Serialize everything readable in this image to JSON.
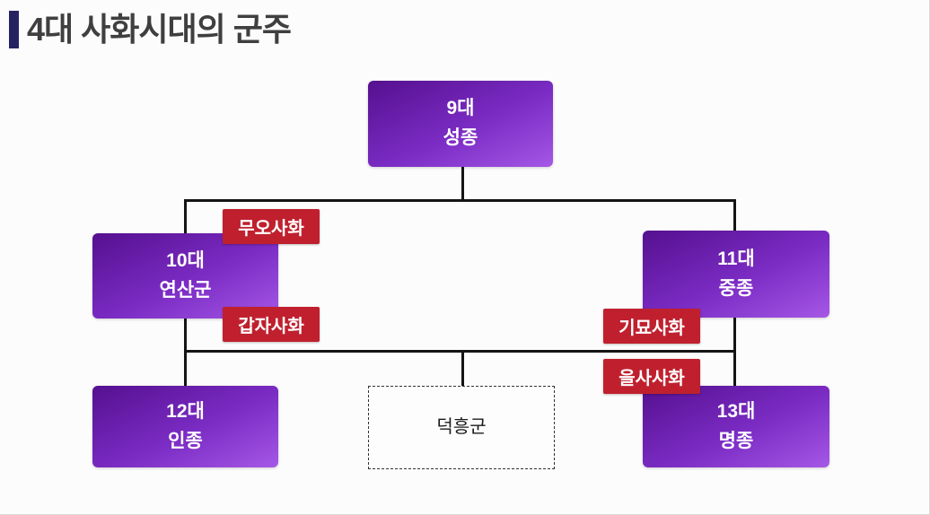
{
  "title": "4대 사화시대의 군주",
  "nodes": {
    "king9": {
      "line1": "9대",
      "line2": "성종"
    },
    "king10": {
      "line1": "10대",
      "line2": "연산군"
    },
    "king11": {
      "line1": "11대",
      "line2": "중종"
    },
    "king12": {
      "line1": "12대",
      "line2": "인종"
    },
    "deokheung": {
      "label": "덕흥군"
    },
    "king13": {
      "line1": "13대",
      "line2": "명종"
    }
  },
  "badges": {
    "muosahwa": "무오사화",
    "gapjasahwa": "갑자사화",
    "gimyosahwa": "기묘사화",
    "eulsasahwa": "을사사화"
  },
  "colors": {
    "node_purple_dark": "#55108f",
    "node_purple_light": "#a557e6",
    "badge_red": "#c0202e",
    "title_accent_bar": "#262262",
    "connector_line": "#141414",
    "title_text": "#3f3f3f"
  }
}
